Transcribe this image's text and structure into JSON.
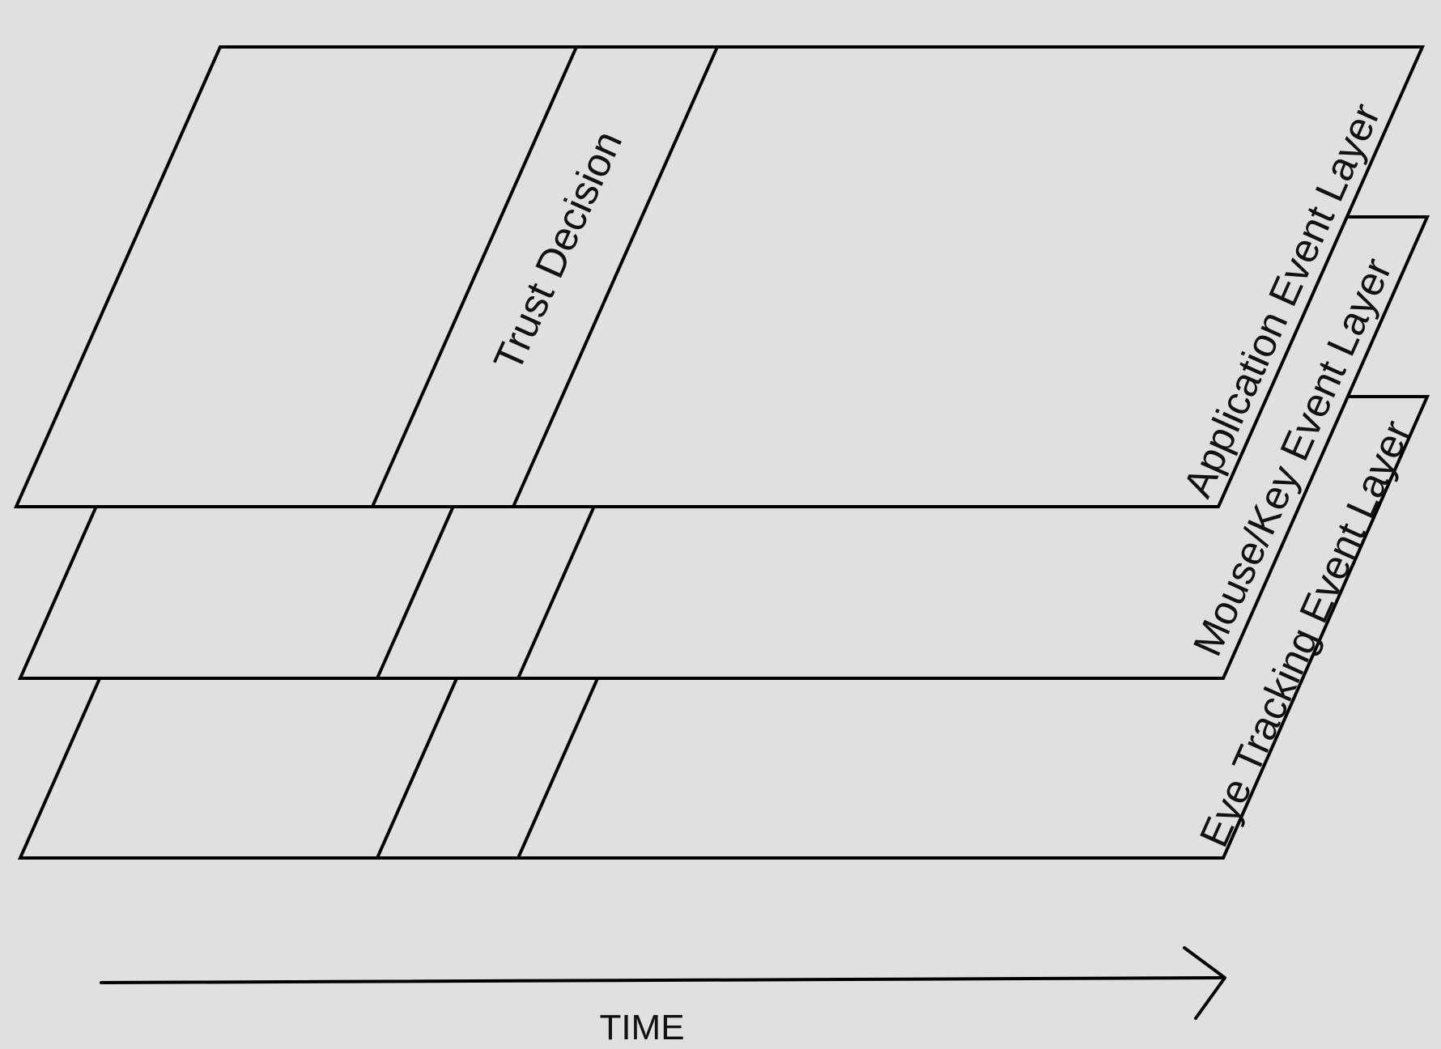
{
  "diagram": {
    "layers": [
      {
        "label": "Application Event Layer"
      },
      {
        "label": "Mouse/Key Event Layer"
      },
      {
        "label": "Eye Tracking Event Layer"
      }
    ],
    "band_label": "Trust Decision",
    "axis_label": "TIME",
    "colors": {
      "background": "#e0e0e0",
      "stroke": "#000000"
    }
  }
}
